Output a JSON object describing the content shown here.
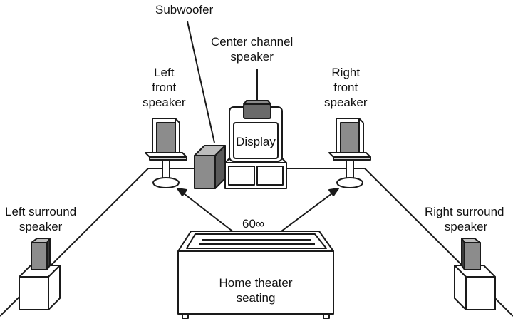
{
  "labels": {
    "subwoofer": "Subwoofer",
    "center_line1": "Center channel",
    "center_line2": "speaker",
    "left_front_line1": "Left",
    "left_front_line2": "front",
    "left_front_line3": "speaker",
    "right_front_line1": "Right",
    "right_front_line2": "front",
    "right_front_line3": "speaker",
    "left_surround_line1": "Left surround",
    "left_surround_line2": "speaker",
    "right_surround_line1": "Right surround",
    "right_surround_line2": "speaker",
    "display": "Display",
    "angle": "60∞",
    "seating_line1": "Home theater",
    "seating_line2": "seating"
  },
  "colors": {
    "line": "#1a1a1a",
    "speaker_fill": "#8c8c8c",
    "speaker_dark": "#3a3a3a",
    "background": "#ffffff"
  }
}
